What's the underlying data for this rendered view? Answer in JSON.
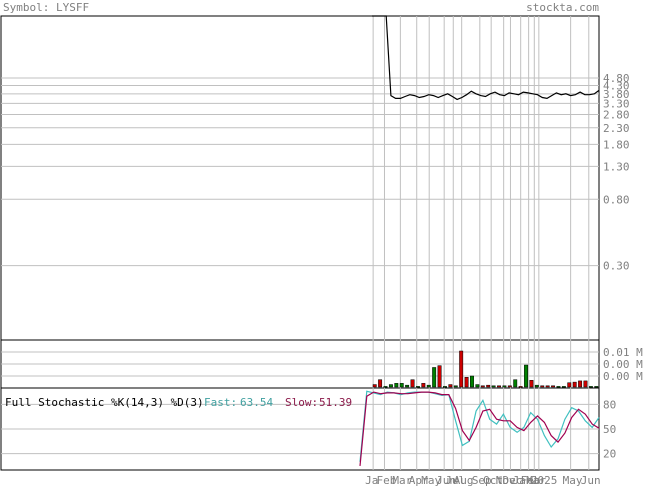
{
  "header": {
    "symbol_label": "Symbol: LYSFF",
    "site": "stockta.com"
  },
  "colors": {
    "background": "#ffffff",
    "frame": "#000000",
    "grid": "#c0c0c0",
    "header_text": "#808080",
    "price_line": "#000000",
    "volume_up": "#008000",
    "volume_down": "#cc0000",
    "fast_line": "#40c0c0",
    "slow_line": "#a00050",
    "fast_label": "#40a0a0",
    "slow_label": "#8b1a4a"
  },
  "chart_data": [
    {
      "id": "price",
      "type": "line",
      "scale": "log",
      "ylim": [
        0.1,
        12
      ],
      "price_ticks": [
        "4.80",
        "4.30",
        "3.80",
        "3.30",
        "2.80",
        "2.30",
        "1.80",
        "1.30",
        "0.80",
        "0.30"
      ],
      "price_tick_values": [
        4.8,
        4.3,
        3.8,
        3.3,
        2.8,
        2.3,
        1.8,
        1.3,
        0.8,
        0.3
      ],
      "series": [
        {
          "values": [
            12,
            12,
            12,
            12,
            3.7,
            3.55,
            3.55,
            3.65,
            3.75,
            3.7,
            3.6,
            3.65,
            3.75,
            3.7,
            3.6,
            3.7,
            3.8,
            3.65,
            3.5,
            3.6,
            3.75,
            3.95,
            3.8,
            3.7,
            3.65,
            3.8,
            3.9,
            3.75,
            3.7,
            3.85,
            3.8,
            3.75,
            3.9,
            3.85,
            3.8,
            3.75,
            3.6,
            3.55,
            3.7,
            3.85,
            3.75,
            3.8,
            3.7,
            3.75,
            3.9,
            3.75,
            3.75,
            3.8,
            4.0
          ]
        }
      ]
    },
    {
      "id": "volume",
      "type": "bar",
      "volume_ticks": [
        "0.01 M",
        "0.00 M",
        "0.00 M"
      ],
      "bars": [
        {
          "v": 0.0004,
          "up": false
        },
        {
          "v": 0.0012,
          "up": false
        },
        {
          "v": 0.0001,
          "up": true
        },
        {
          "v": 0.0004,
          "up": true
        },
        {
          "v": 0.0006,
          "up": true
        },
        {
          "v": 0.0006,
          "up": true
        },
        {
          "v": 0.0003,
          "up": true
        },
        {
          "v": 0.0012,
          "up": false
        },
        {
          "v": 0.0001,
          "up": true
        },
        {
          "v": 0.0006,
          "up": false
        },
        {
          "v": 0.0003,
          "up": true
        },
        {
          "v": 0.0032,
          "up": true
        },
        {
          "v": 0.0035,
          "up": false
        },
        {
          "v": 0.0001,
          "up": true
        },
        {
          "v": 0.0004,
          "up": false
        },
        {
          "v": 0.0002,
          "up": true
        },
        {
          "v": 0.0059,
          "up": false
        },
        {
          "v": 0.0016,
          "up": false
        },
        {
          "v": 0.0018,
          "up": true
        },
        {
          "v": 0.0004,
          "up": true
        },
        {
          "v": 0.0002,
          "up": false
        },
        {
          "v": 0.0003,
          "up": false
        },
        {
          "v": 0.0002,
          "up": true
        },
        {
          "v": 0.0002,
          "up": false
        },
        {
          "v": 0.0002,
          "up": true
        },
        {
          "v": 0.0002,
          "up": false
        },
        {
          "v": 0.0012,
          "up": true
        },
        {
          "v": 0.0001,
          "up": false
        },
        {
          "v": 0.0036,
          "up": true
        },
        {
          "v": 0.0011,
          "up": false
        },
        {
          "v": 0.0003,
          "up": true
        },
        {
          "v": 0.0002,
          "up": false
        },
        {
          "v": 0.0002,
          "up": false
        },
        {
          "v": 0.0002,
          "up": false
        },
        {
          "v": 0.0001,
          "up": true
        },
        {
          "v": 0.0001,
          "up": true
        },
        {
          "v": 0.0007,
          "up": false
        },
        {
          "v": 0.0008,
          "up": false
        },
        {
          "v": 0.001,
          "up": false
        },
        {
          "v": 0.001,
          "up": false
        },
        {
          "v": 0.0001,
          "up": true
        },
        {
          "v": 0.0001,
          "up": true
        }
      ]
    },
    {
      "id": "stochastic",
      "type": "line",
      "ylim": [
        0,
        100
      ],
      "stoch_ticks": [
        "80",
        "50",
        "20"
      ],
      "stoch_tick_values": [
        80,
        50,
        20
      ],
      "series": [
        {
          "id": "fast",
          "values": [
            10,
            96,
            94,
            92,
            95,
            94,
            92,
            94,
            95,
            95,
            95,
            93,
            91,
            92,
            60,
            30,
            35,
            72,
            85,
            62,
            56,
            68,
            52,
            46,
            52,
            70,
            62,
            42,
            28,
            38,
            62,
            76,
            72,
            60,
            52,
            64
          ]
        },
        {
          "id": "slow",
          "values": [
            5,
            90,
            95,
            93,
            94,
            94,
            93,
            93,
            94,
            95,
            95,
            94,
            92,
            92,
            75,
            48,
            36,
            52,
            72,
            74,
            62,
            60,
            60,
            52,
            48,
            58,
            66,
            58,
            42,
            34,
            45,
            64,
            74,
            68,
            56,
            51
          ]
        }
      ]
    }
  ],
  "stochastic_legend": {
    "title": "Full Stochastic %K(14,3) %D(3)",
    "fast_label": "Fast:",
    "fast_value": "63.54",
    "slow_label": "Slow:",
    "slow_value": "51.39"
  },
  "x_axis": {
    "labels": [
      "Ja",
      "Feb",
      "Mar",
      "Apr",
      "May",
      "Jun",
      "Jul",
      "Aug",
      "Sep",
      "Oct",
      "Nov",
      "Dec",
      "Jan",
      "Feb",
      "Mar",
      "2025",
      "May",
      "Jun"
    ],
    "positions": [
      0.005,
      0.055,
      0.125,
      0.197,
      0.252,
      0.318,
      0.358,
      0.395,
      0.475,
      0.525,
      0.58,
      0.61,
      0.655,
      0.69,
      0.715,
      0.735,
      0.875,
      0.955
    ]
  }
}
